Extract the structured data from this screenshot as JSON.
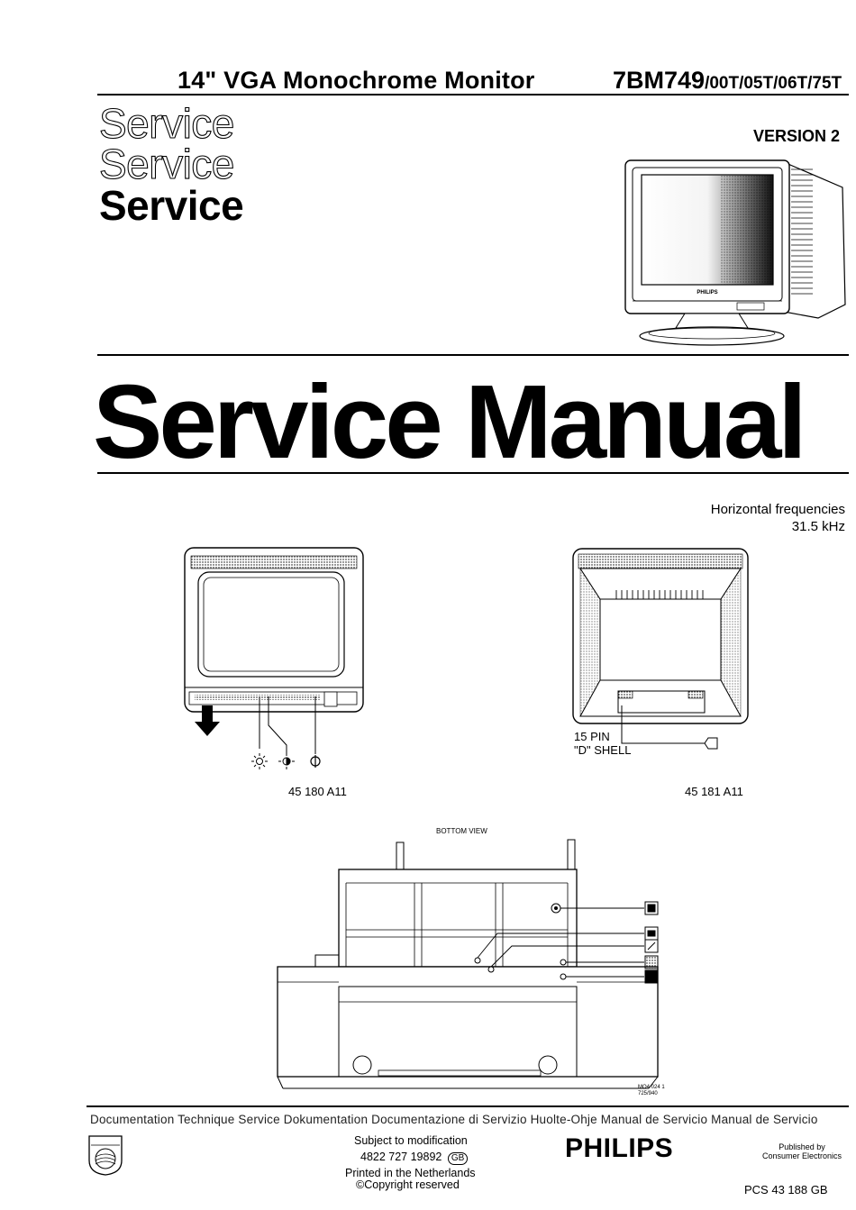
{
  "header": {
    "product_title": "14\" VGA Monochrome Monitor",
    "model_main": "7BM749",
    "model_suffix": "/00T/05T/06T/75T",
    "version": "VERSION 2"
  },
  "service_stack": [
    "Service",
    "Service",
    "Service"
  ],
  "main_title": "Service Manual",
  "monitor_brand": "PHILIPS",
  "horizontal_frequencies": {
    "label": "Horizontal frequencies",
    "value": "31.5 kHz"
  },
  "front_view": {
    "ref": "45 180 A11",
    "icons": [
      "brightness-icon",
      "contrast-icon",
      "power-icon"
    ]
  },
  "rear_view": {
    "ref": "45 181 A11",
    "connector_label_1": "15 PIN",
    "connector_label_2": "\"D\" SHELL"
  },
  "bottom_view": {
    "label": "BOTTOM VIEW",
    "ref": "MO4 024 1",
    "ref2": "725/940"
  },
  "footer": {
    "languages": "Documentation Technique Service Dokumentation Documentazione di Servizio Huolte-Ohje Manual de Servicio Manual de Servicio",
    "subject": "Subject to modification",
    "code": "4822 727 19892",
    "country_badge": "GB",
    "printed": "Printed in the Netherlands",
    "copyright": "©Copyright reserved",
    "brand": "PHILIPS",
    "published_by": "Published by",
    "publisher": "Consumer Electronics",
    "pcs": "PCS 43 188 GB"
  }
}
